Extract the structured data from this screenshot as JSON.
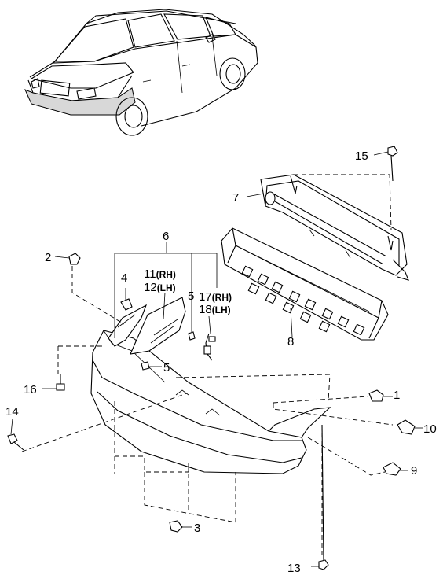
{
  "callouts": {
    "c1": "1",
    "c2": "2",
    "c3": "3",
    "c4": "4",
    "c5a": "5",
    "c5b": "5",
    "c6": "6",
    "c7": "7",
    "c8": "8",
    "c9": "9",
    "c10": "10",
    "c11": "11",
    "c11s": "(RH)",
    "c12": "12",
    "c12s": "(LH)",
    "c13": "13",
    "c14": "14",
    "c15": "15",
    "c16": "16",
    "c17": "17",
    "c17s": "(RH)",
    "c18": "18",
    "c18s": "(LH)"
  }
}
